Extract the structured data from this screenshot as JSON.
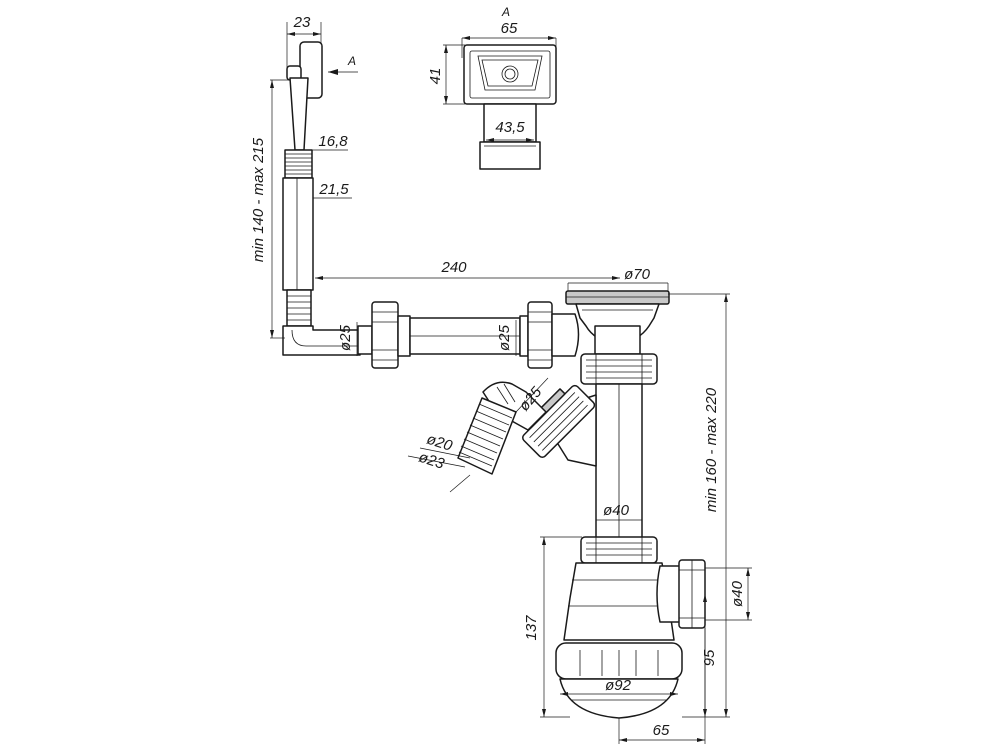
{
  "view_label": "A",
  "section_marker": "A",
  "dims": {
    "overflow_head_width": "23",
    "overflow_neck": "16,8",
    "overflow_tube": "21,5",
    "overflow_height": "min 140 - max 215",
    "overflow_pipe_length": "240",
    "pipe_dia_1": "ø25",
    "pipe_dia_2": "ø25",
    "outlet_dia": "ø70",
    "side_inlet_dia": "ø25",
    "hose_inner": "ø20",
    "hose_outer": "ø23",
    "siphon_height": "min 160 - max 220",
    "pipe_dia_40": "ø40",
    "outlet_side_dia": "ø40",
    "bowl_height": "137",
    "outlet_height": "95",
    "bowl_dia": "ø92",
    "outlet_offset": "65",
    "view_width": "65",
    "view_height": "41",
    "view_inner": "43,5"
  }
}
